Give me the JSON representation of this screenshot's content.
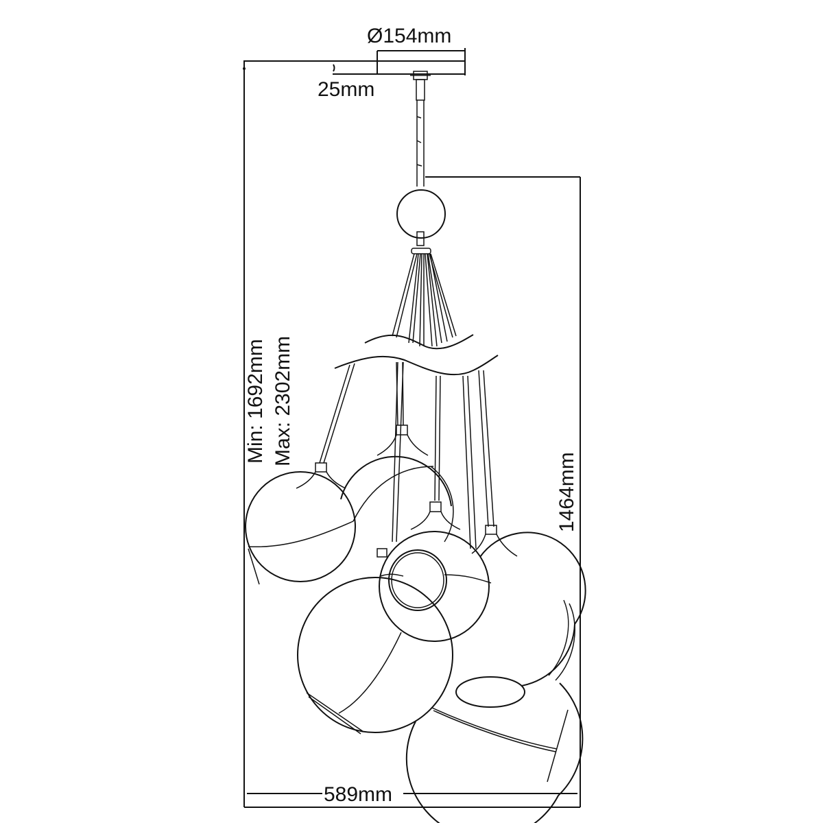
{
  "drawing": {
    "subject": "pendant-light-cluster-dimension-drawing",
    "line_color": "#111111",
    "background": "#ffffff"
  },
  "dimensions": {
    "canopy_diameter": "Ø154mm",
    "canopy_height": "25mm",
    "min_height": "Min: 1692mm",
    "max_height": "Max: 2302mm",
    "drop_height": "1464mm",
    "overall_width": "589mm"
  }
}
